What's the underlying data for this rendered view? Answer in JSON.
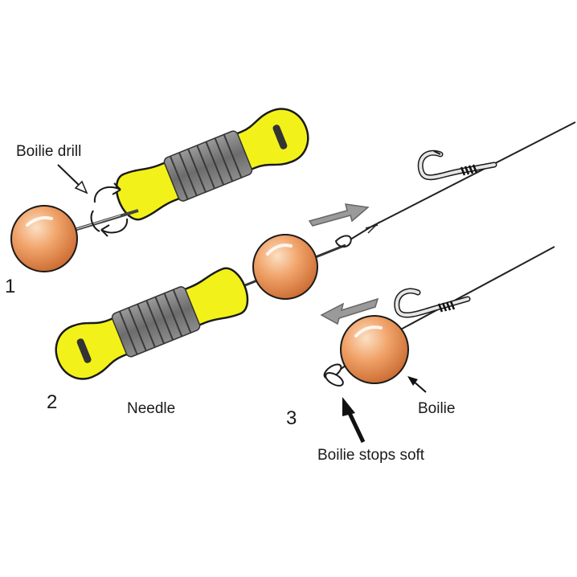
{
  "labels": {
    "boilie_drill": "Boilie drill",
    "needle": "Needle",
    "boilie": "Boilie",
    "boilie_stops": "Boilie stops soft"
  },
  "steps": {
    "one": "1",
    "two": "2",
    "three": "3"
  },
  "colors": {
    "boilie": "#e8955a",
    "tool_yellow": "#f2f21a",
    "tool_grip": "#7c7c7c",
    "arrow_grey": "#9a9a9a",
    "line": "#222222"
  }
}
